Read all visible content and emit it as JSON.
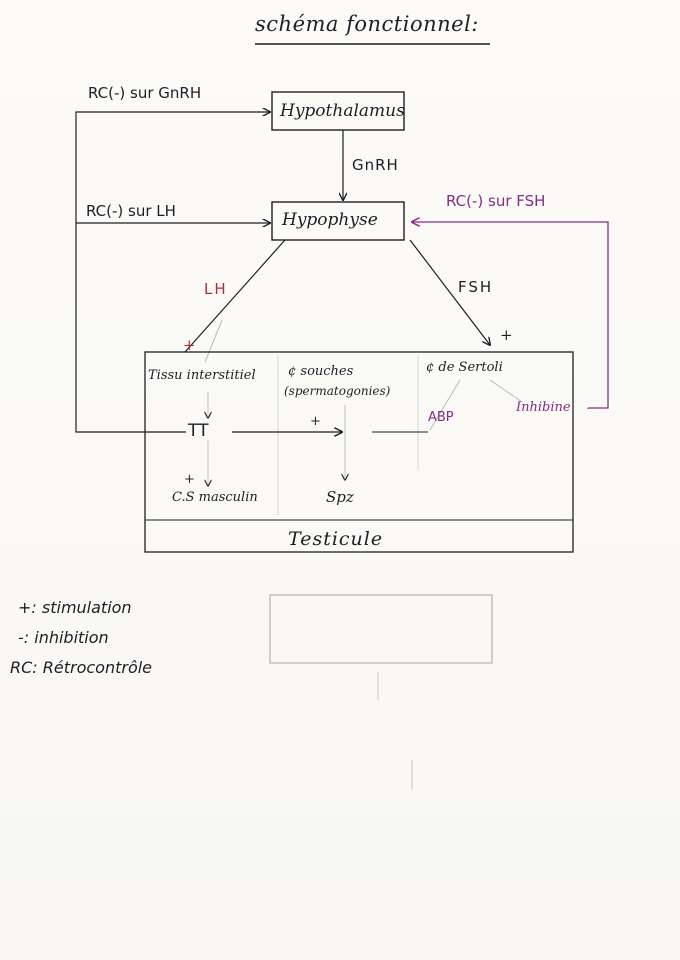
{
  "title": "schéma fonctionnel:",
  "nodes": {
    "hypothalamus": "Hypothalamus",
    "hypophyse": "Hypophyse",
    "tissu_interstitiel": "Tissu interstitiel",
    "cellules_souches": "¢ souches",
    "spermatogonies": "(spermatogonies)",
    "cellules_sertoli": "¢ de Sertoli",
    "tt": "TT",
    "cs_masculin": "C.S masculin",
    "spz": "Spz",
    "testicule": "Testicule"
  },
  "arrows": {
    "gnrh": "GnRH",
    "lh": "LH",
    "fsh": "FSH",
    "abp": "ABP",
    "inhibine": "Inhibine",
    "rc_gnrh": "RC(-) sur GnRH",
    "rc_lh": "RC(-) sur LH",
    "rc_fsh": "RC(-) sur FSH"
  },
  "signs": {
    "plus_lh": "+",
    "plus_fsh": "+",
    "plus_tt_spz": "+",
    "plus_cs": "+"
  },
  "legend": {
    "stimulation": "+: stimulation",
    "inhibition": "-: inhibition",
    "retrocontrole": "RC: Rétrocontrôle"
  },
  "colors": {
    "ink": "#1e1e28",
    "purple": "#8a2a8a",
    "red": "#b0303a"
  }
}
